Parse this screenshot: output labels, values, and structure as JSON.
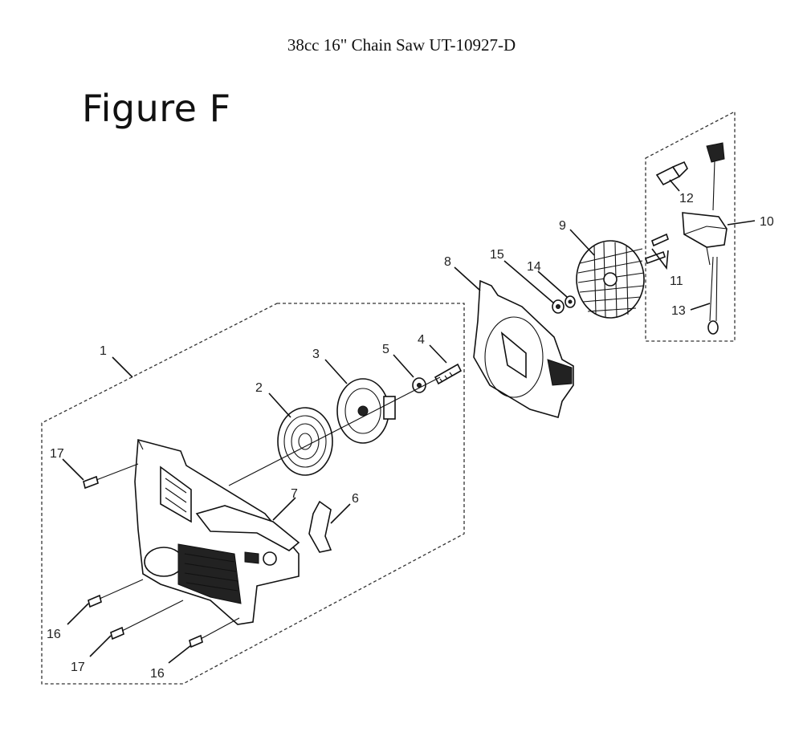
{
  "header": {
    "title": "38cc 16\" Chain Saw UT-10927-D"
  },
  "figure": {
    "title": "Figure F"
  },
  "callouts": [
    "1",
    "2",
    "3",
    "4",
    "5",
    "6",
    "7",
    "8",
    "9",
    "10",
    "11",
    "12",
    "13",
    "14",
    "15",
    "16",
    "16",
    "17",
    "17"
  ]
}
